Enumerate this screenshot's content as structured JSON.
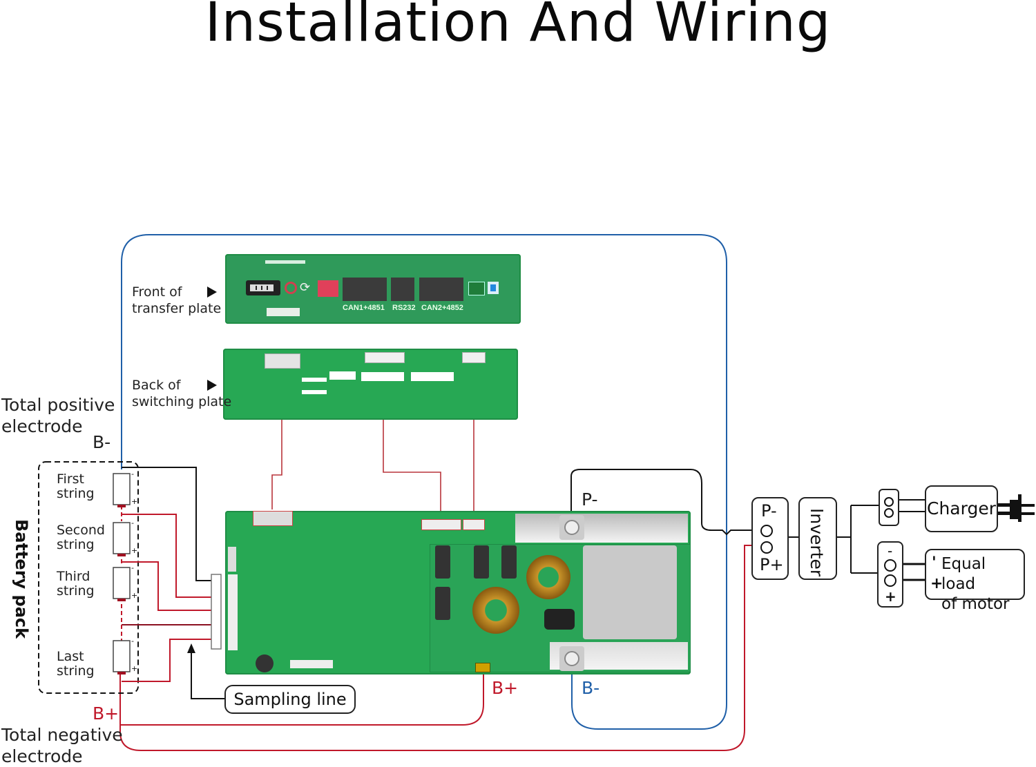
{
  "title": "Installation And Wiring",
  "labels": {
    "front_plate": [
      "Front of",
      "transfer plate"
    ],
    "back_plate": [
      "Back of",
      "switching plate"
    ],
    "total_positive": [
      "Total positive",
      "electrode"
    ],
    "total_negative": [
      "Total negative",
      "electrode"
    ],
    "b_minus_left": "B-",
    "b_plus_left": "B+",
    "battery_pack": "Battery pack",
    "strings": [
      {
        "line1": "First",
        "line2": "string"
      },
      {
        "line1": "Second",
        "line2": "string"
      },
      {
        "line1": "Third",
        "line2": "string"
      },
      {
        "line1": "Last",
        "line2": "string"
      }
    ],
    "cell_minus": "-",
    "cell_plus": "+",
    "sampling_line": "Sampling line",
    "p_minus_board": "P-",
    "b_plus_board": "B+",
    "b_minus_board": "B-",
    "p_minus_terminal": "P-",
    "p_plus_terminal": "P+",
    "inverter": "Inverter",
    "charger": "Charger",
    "load": [
      "Equal load",
      "of motor"
    ],
    "load_minus": "'",
    "load_plus": "+",
    "term_minus": "-",
    "term_plus": "+"
  },
  "front_plate_ports": [
    "CAN1+4851",
    "RS232",
    "CAN2+4852"
  ],
  "colors": {
    "red_wire": "#c0182a",
    "blue_wire": "#1f5fa8",
    "black_wire": "#111111",
    "pcb_green": "#27a854"
  }
}
